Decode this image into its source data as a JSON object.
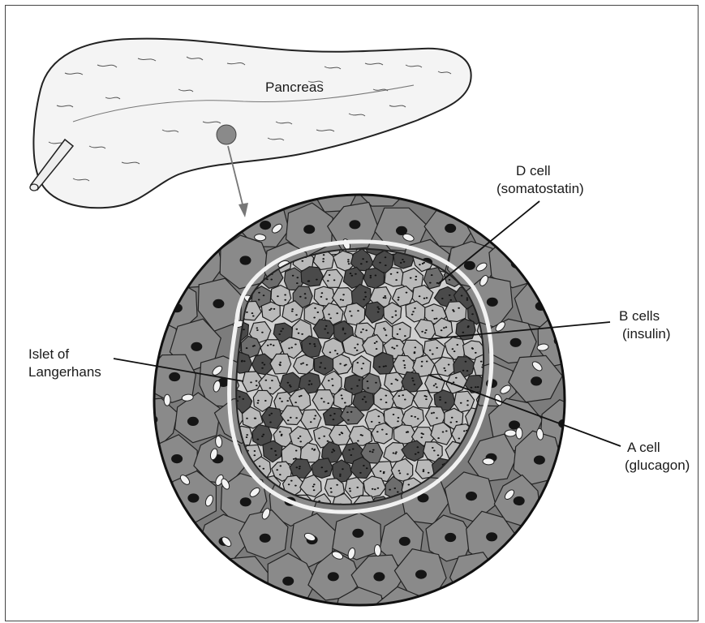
{
  "labels": {
    "pancreas": "Pancreas",
    "d_cell": "D cell",
    "d_cell_hormone": "(somatostatin)",
    "b_cells": "B cells",
    "b_cells_hormone": "(insulin)",
    "islet_line1": "Islet of",
    "islet_line2": "Langerhans",
    "a_cell": "A cell",
    "a_cell_hormone": "(glucagon)"
  }
}
